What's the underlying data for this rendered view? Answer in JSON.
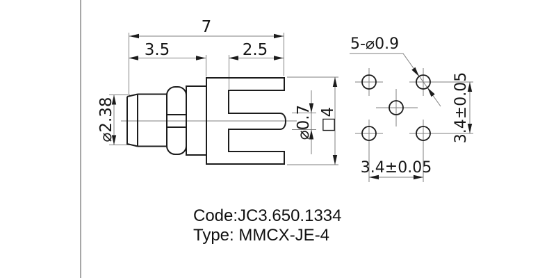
{
  "colors": {
    "outline": "#1c1c1c",
    "dimension_line": "#7f7f7f",
    "border_line": "#8a8a8a",
    "background": "#ffffff"
  },
  "side_view": {
    "dim_total_length": "7",
    "dim_tip_length": "3.5",
    "dim_body_length": "2.5",
    "dim_barrel_diameter": "⌀2.38",
    "dim_pin_diameter": "⌀0.7",
    "dim_flange_square": "□4"
  },
  "footprint": {
    "dim_hole_callout": "5-⌀0.9",
    "dim_pitch_horizontal": "3.4±0.05",
    "dim_pitch_vertical": "3.4±0.05"
  },
  "title_block": {
    "code": "Code:JC3.650.1334",
    "type": "Type: MMCX-JE-4"
  },
  "diagram_data": {
    "type": "technical-drawing",
    "views": [
      {
        "name": "connector-side-view",
        "dimensions_mm": {
          "total_length": 7,
          "tip_length": 3.5,
          "body_length": 2.5,
          "barrel_diameter": 2.38,
          "pin_diameter": 0.7,
          "flange_square": 4
        }
      },
      {
        "name": "pcb-footprint",
        "hole_count": 5,
        "hole_diameter_mm": 0.9,
        "pitch_x_mm": 3.4,
        "pitch_y_mm": 3.4,
        "tolerance_mm": 0.05,
        "pattern": "four corner holes on 3.4mm square plus center hole"
      }
    ]
  }
}
